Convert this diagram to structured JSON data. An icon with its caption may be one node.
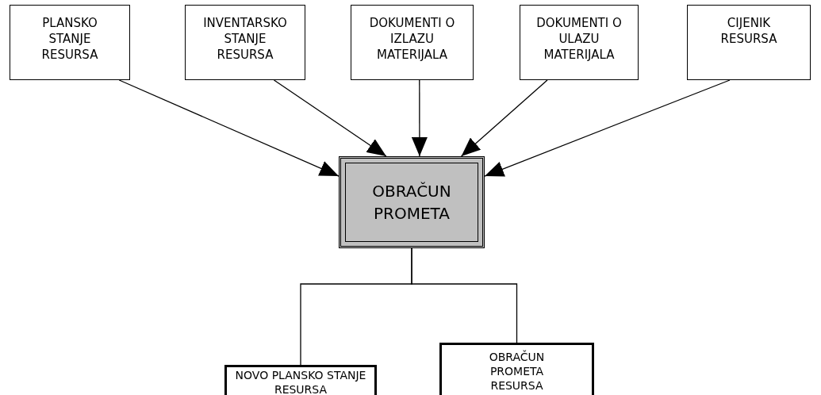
{
  "diagram": {
    "nodes": [
      {
        "text": [
          "PLANSKO STANJE RESURSA"
        ]
      },
      {
        "text": [
          "INVENTARSKO STANJE RESURSA"
        ]
      },
      {
        "text": [
          "DOKUMENTI O IZLAZU MATERIJALA"
        ]
      },
      {
        "text": [
          "DOKUMENTI O ULAZU MATERIJALA"
        ]
      },
      {
        "text": [
          "CIJENIK RESURSA"
        ]
      },
      {
        "text": [
          "OBRAČUN PROMETA"
        ]
      },
      {
        "text": [
          "NOVO PLANSKO STANJE RESURSA"
        ]
      },
      {
        "text": [
          "OBRAČUN PROMETA RESURSA"
        ]
      }
    ],
    "edges": [
      {
        "from": 0,
        "to": 5,
        "arrow": "to"
      },
      {
        "from": 1,
        "to": 5,
        "arrow": "to"
      },
      {
        "from": 2,
        "to": 5,
        "arrow": "to"
      },
      {
        "from": 3,
        "to": 5,
        "arrow": "to"
      },
      {
        "from": 4,
        "to": 5,
        "arrow": "to"
      },
      {
        "from": 5,
        "to": 6,
        "arrow": "none"
      },
      {
        "from": 5,
        "to": 7,
        "arrow": "none"
      }
    ]
  }
}
